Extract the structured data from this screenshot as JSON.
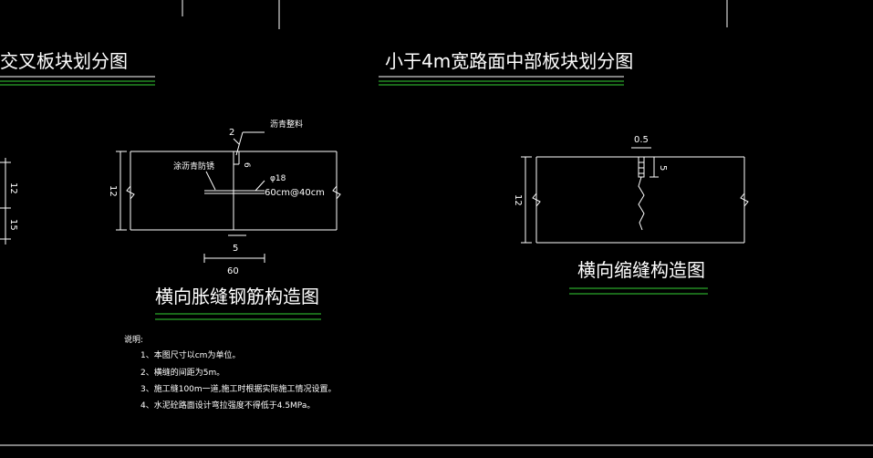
{
  "titles": {
    "cross_plate": "交叉板块划分图",
    "narrow_plate": "小于4m宽路面中部板块划分图",
    "expansion": "横向胀缝钢筋构造图",
    "contraction": "横向缩缝构造图"
  },
  "expansion": {
    "filler_label": "沥青整料",
    "coating_label": "涂沥青防锈",
    "bar_label": "φ18",
    "spacing_label": "60cm@40cm",
    "dim_top": "2",
    "dim_depth": "6",
    "dim_height": "12",
    "dim_gap": "5",
    "dim_length": "60"
  },
  "contraction": {
    "dim_top": "0.5",
    "dim_depth": "5",
    "dim_height": "12"
  },
  "left_dims": {
    "a": "12",
    "b": "15"
  },
  "notes": {
    "heading": "说明:",
    "items": [
      "1、本图尺寸以cm为单位。",
      "2、横缝的间距为5m。",
      "3、施工缝100m一道,施工时根据实际施工情况设置。",
      "4、水泥砼路面设计弯拉强度不得低于4.5MPa。"
    ]
  },
  "colors": {
    "background": "#000000",
    "line": "#ffffff",
    "underline_green": "#35d035"
  }
}
